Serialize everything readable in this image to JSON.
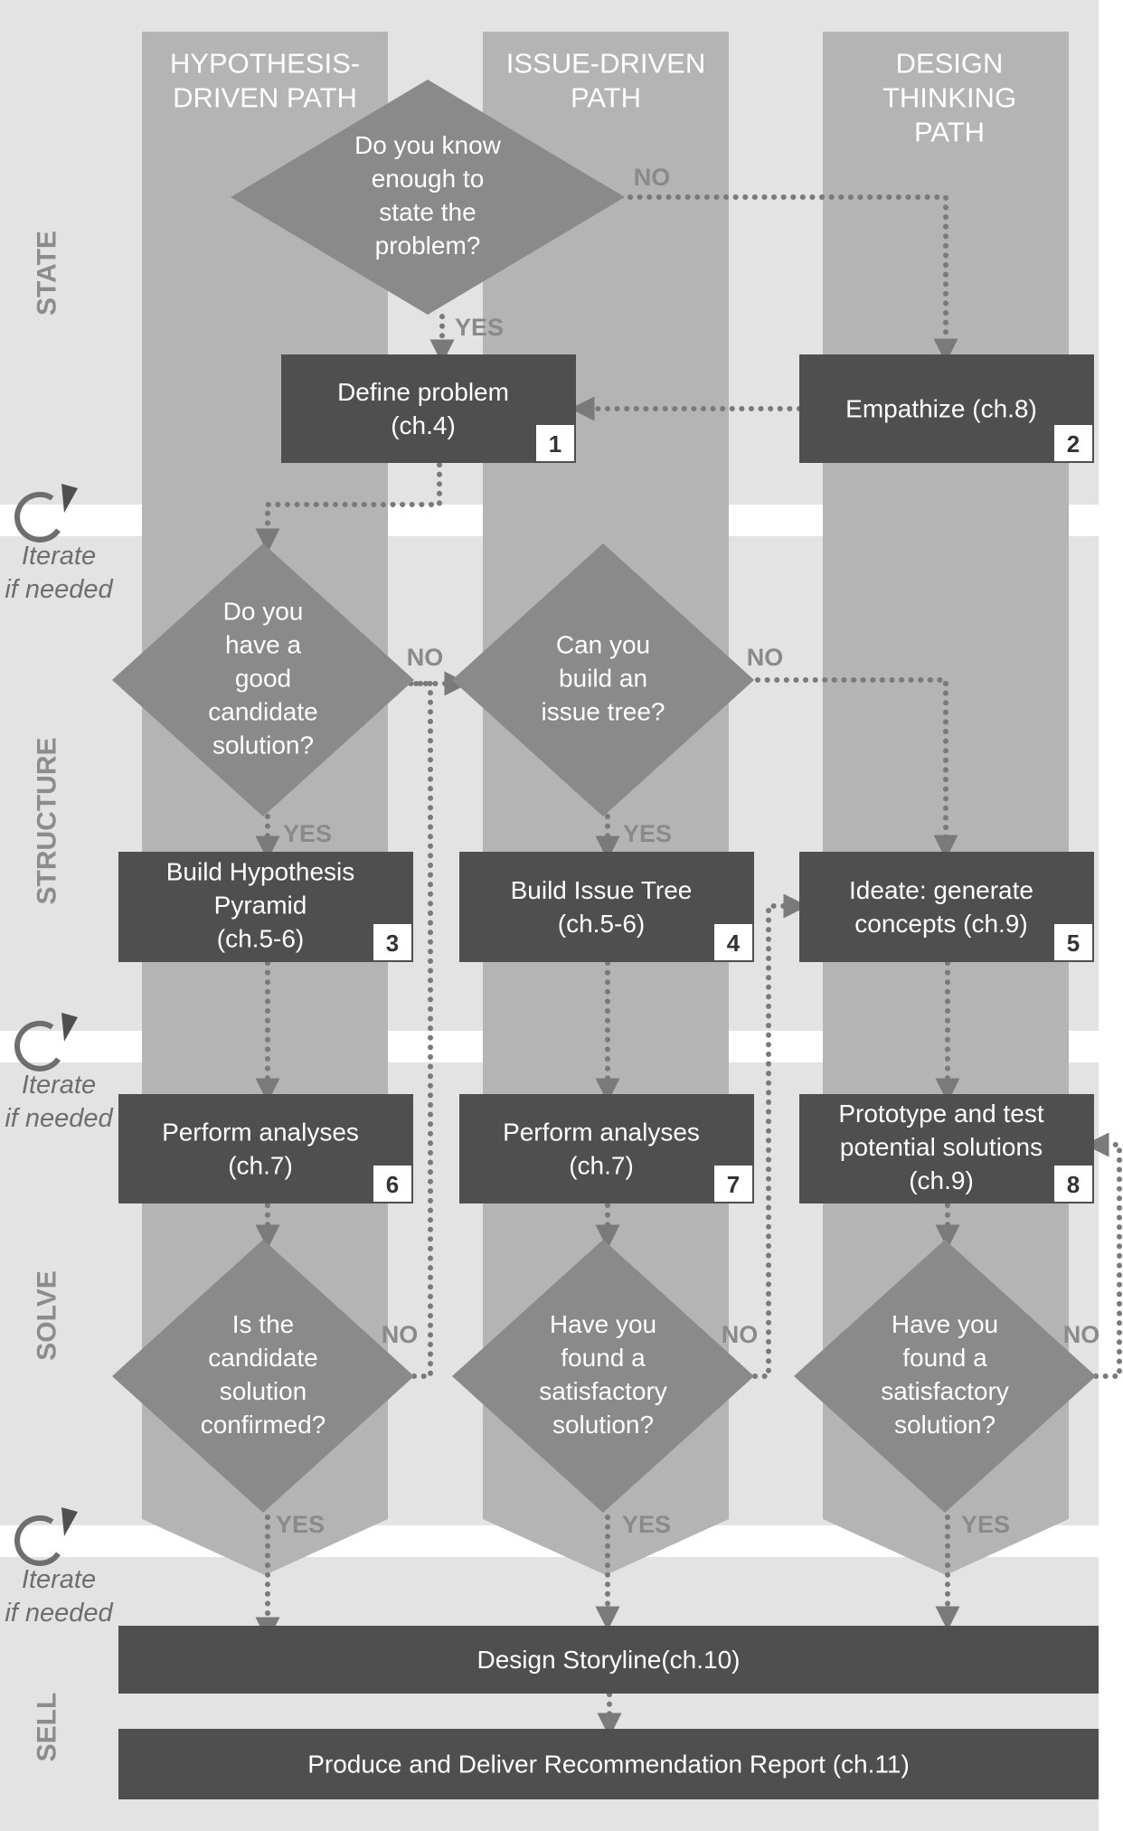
{
  "columns": {
    "hypothesis": [
      "HYPOTHESIS-",
      "DRIVEN PATH"
    ],
    "issue": [
      "ISSUE-DRIVEN",
      "PATH"
    ],
    "design": [
      "DESIGN",
      "THINKING",
      "PATH"
    ]
  },
  "phases": {
    "state": "STATE",
    "structure": "STRUCTURE",
    "solve": "SOLVE",
    "sell": "SELL"
  },
  "iterate": [
    "Iterate",
    "if needed"
  ],
  "labels": {
    "yes": "YES",
    "no": "NO"
  },
  "decisions": {
    "know_enough": [
      "Do you know",
      "enough to",
      "state the",
      "problem?"
    ],
    "good_candidate": [
      "Do you",
      "have a",
      "good",
      "candidate",
      "solution?"
    ],
    "issue_tree": [
      "Can you",
      "build an",
      "issue tree?"
    ],
    "confirmed": [
      "Is the",
      "candidate",
      "solution",
      "confirmed?"
    ],
    "satisfactory_issue": [
      "Have you",
      "found a",
      "satisfactory",
      "solution?"
    ],
    "satisfactory_design": [
      "Have you",
      "found a",
      "satisfactory",
      "solution?"
    ]
  },
  "steps": {
    "define": {
      "text": [
        "Define problem",
        "(ch.4)"
      ],
      "num": "1"
    },
    "empathize": {
      "text": [
        "Empathize (ch.8)"
      ],
      "num": "2"
    },
    "pyramid": {
      "text": [
        "Build Hypothesis",
        "Pyramid",
        "(ch.5-6)"
      ],
      "num": "3"
    },
    "issue_tree": {
      "text": [
        "Build Issue Tree",
        "(ch.5-6)"
      ],
      "num": "4"
    },
    "ideate": {
      "text": [
        "Ideate: generate",
        "concepts (ch.9)"
      ],
      "num": "5"
    },
    "analyses_h": {
      "text": [
        "Perform analyses",
        "(ch.7)"
      ],
      "num": "6"
    },
    "analyses_i": {
      "text": [
        "Perform analyses",
        "(ch.7)"
      ],
      "num": "7"
    },
    "prototype": {
      "text": [
        "Prototype and test",
        "potential solutions",
        "(ch.9)"
      ],
      "num": "8"
    },
    "storyline": {
      "text": [
        "Design Storyline(ch.10)"
      ]
    },
    "report": {
      "text": [
        "Produce and Deliver Recommendation Report (ch.11)"
      ]
    }
  },
  "colors": {
    "band": "#e3e3e3",
    "column": "#b4b4b4",
    "diamond": "#8a8a8a",
    "box": "#4f4f4f",
    "arrow": "#7a7a7a"
  }
}
